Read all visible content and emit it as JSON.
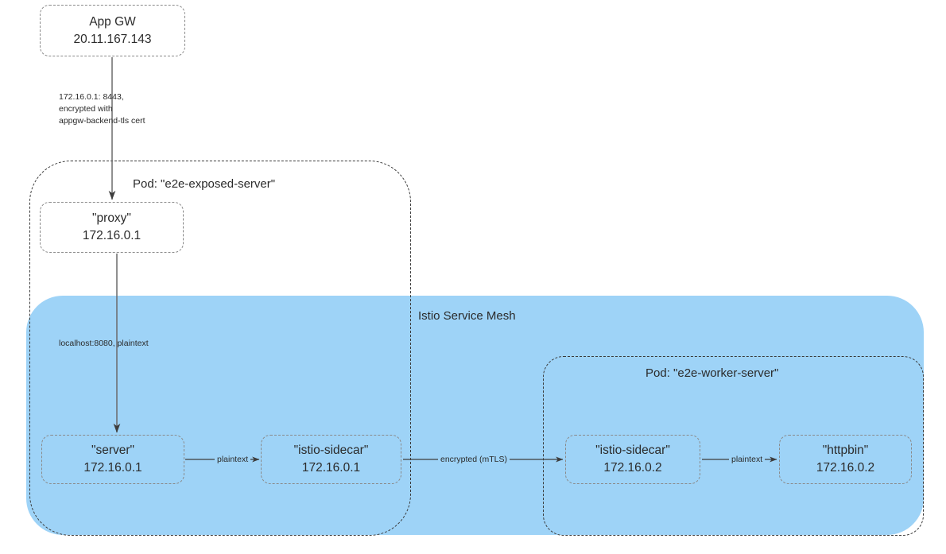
{
  "diagram": {
    "title": "Istio Service Mesh end-to-end traffic flow",
    "colors": {
      "mesh_fill": "#9ED3F7",
      "node_border": "#8a8a8a",
      "pod_border": "#3a3a3a",
      "arrow": "#555555",
      "text": "#2b2b2b"
    }
  },
  "regions": {
    "mesh": {
      "label": "Istio Service Mesh"
    },
    "pod_exposed": {
      "label": "Pod: \"e2e-exposed-server\""
    },
    "pod_worker": {
      "label": "Pod: \"e2e-worker-server\""
    }
  },
  "nodes": {
    "appgw": {
      "line1": "App GW",
      "line2": "20.11.167.143"
    },
    "proxy": {
      "line1": "\"proxy\"",
      "line2": "172.16.0.1"
    },
    "server": {
      "line1": "\"server\"",
      "line2": "172.16.0.1"
    },
    "sidecar1": {
      "line1": "\"istio-sidecar\"",
      "line2": "172.16.0.1"
    },
    "sidecar2": {
      "line1": "\"istio-sidecar\"",
      "line2": "172.16.0.2"
    },
    "httpbin": {
      "line1": "\"httpbin\"",
      "line2": "172.16.0.2"
    }
  },
  "edges": {
    "appgw_to_proxy": {
      "line1": "172.16.0.1: 8443,",
      "line2": "encrypted with",
      "line3": "appgw-backend-tls cert"
    },
    "proxy_to_server": {
      "label": "localhost:8080, plaintext"
    },
    "server_to_sidecar1": {
      "label": "plaintext"
    },
    "sidecar1_to_sidecar2": {
      "label": "encrypted (mTLS)"
    },
    "sidecar2_to_httpbin": {
      "label": "plaintext"
    }
  }
}
